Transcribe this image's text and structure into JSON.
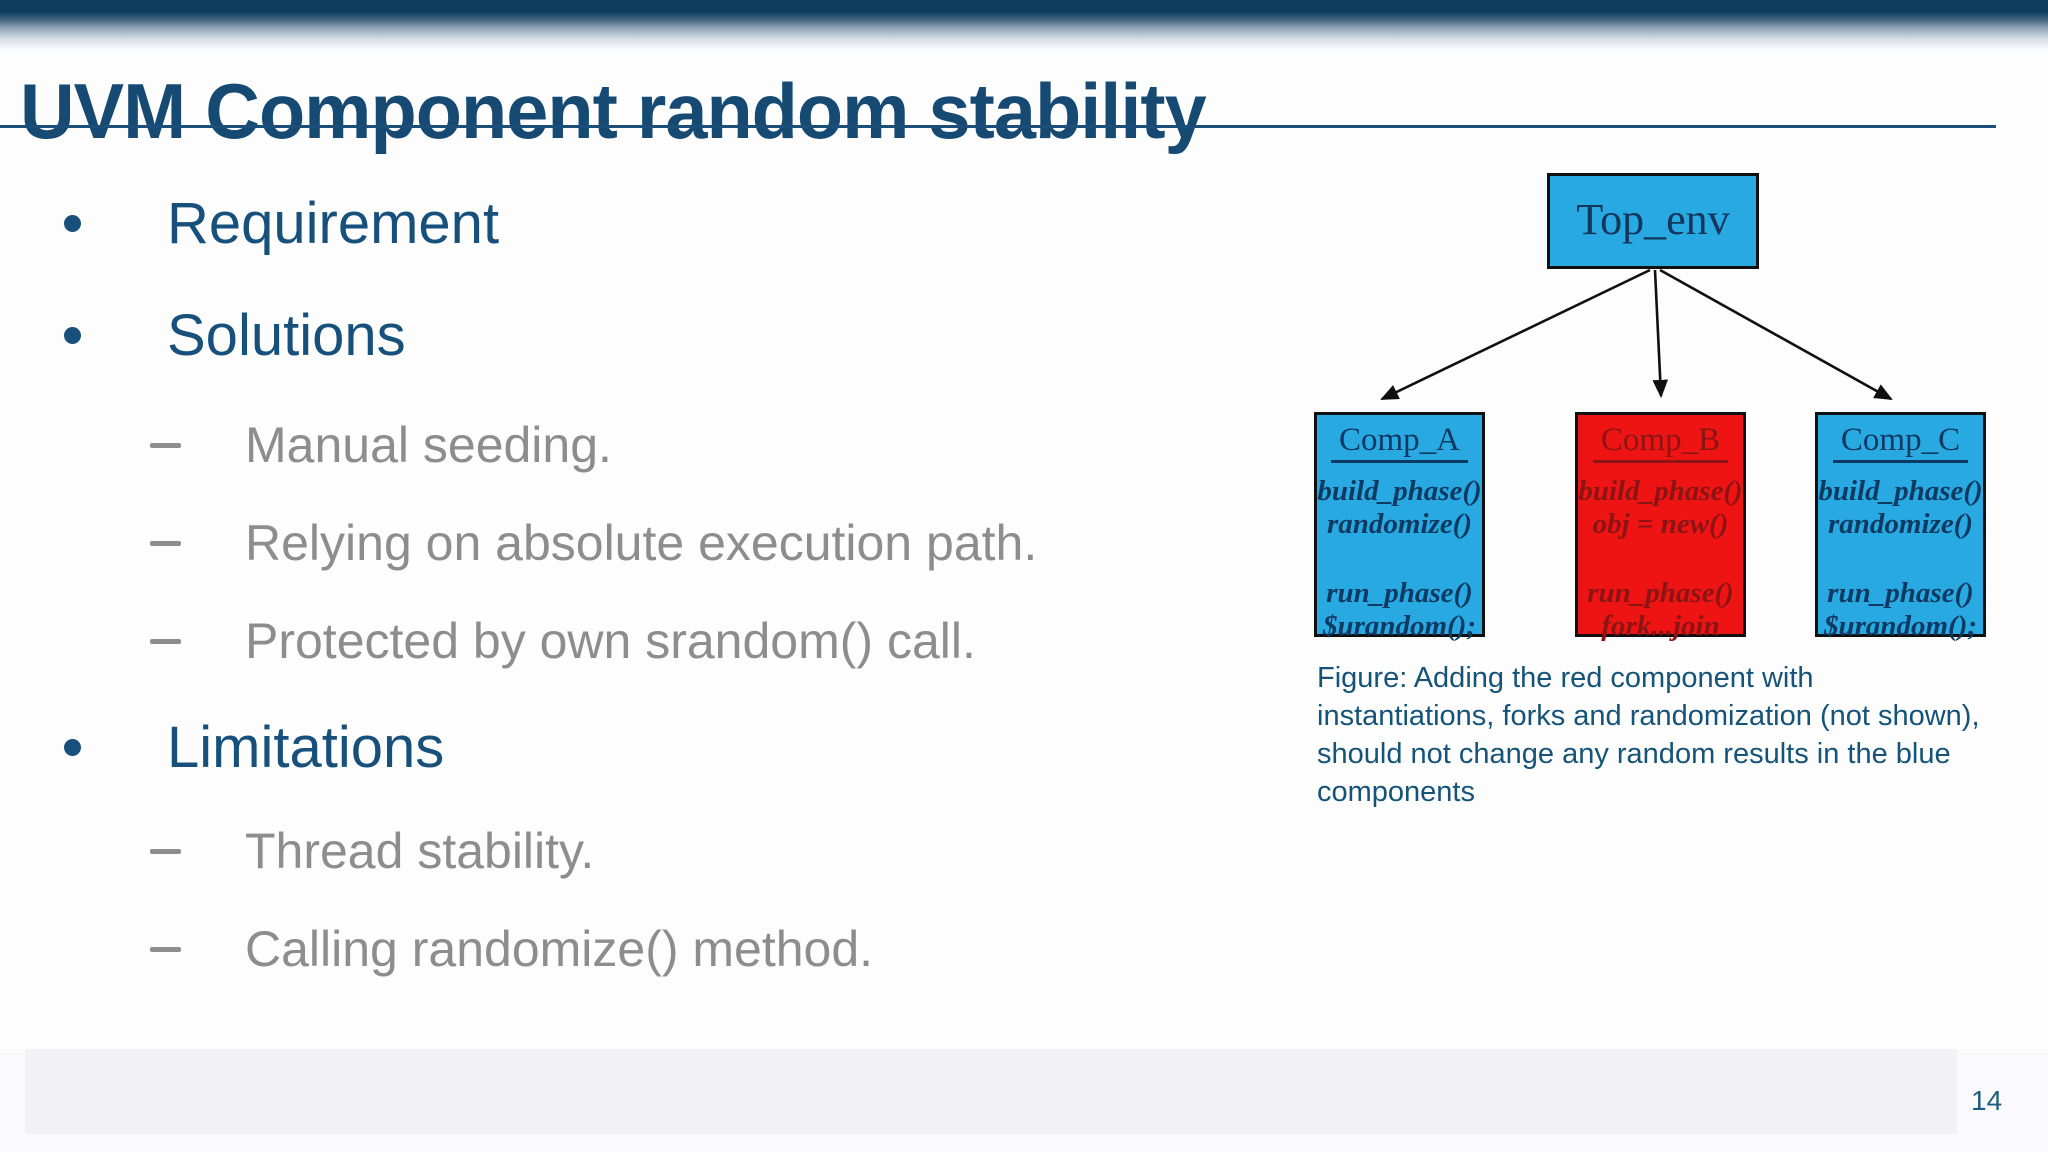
{
  "slide": {
    "title": "UVM Component random stability",
    "page_number": "14"
  },
  "outline": {
    "items": [
      {
        "label": "Requirement",
        "level": 1
      },
      {
        "label": "Solutions",
        "level": 1
      },
      {
        "label": "Manual seeding.",
        "level": 2
      },
      {
        "label": "Relying on absolute execution path.",
        "level": 2
      },
      {
        "label": "Protected by own srandom() call.",
        "level": 2
      },
      {
        "label": "Limitations",
        "level": 1
      },
      {
        "label": "Thread stability.",
        "level": 2
      },
      {
        "label": "Calling randomize() method.",
        "level": 2
      }
    ]
  },
  "diagram": {
    "top_box": {
      "label": "Top_env"
    },
    "components": [
      {
        "name": "Comp_A",
        "fill": "#29a9e1",
        "text_color": "#0d3a63",
        "lines": [
          "build_phase()",
          "randomize()",
          "run_phase()",
          "$urandom();"
        ]
      },
      {
        "name": "Comp_B",
        "fill": "#ee1414",
        "text_color": "#8c1414",
        "lines": [
          "build_phase()",
          "obj = new()",
          "run_phase()",
          "fork...join"
        ]
      },
      {
        "name": "Comp_C",
        "fill": "#29a9e1",
        "text_color": "#0d3a63",
        "lines": [
          "build_phase()",
          "randomize()",
          "run_phase()",
          "$urandom();"
        ]
      }
    ],
    "caption_lines": [
      "Figure: Adding the red component with",
      "instantiations, forks and randomization (not shown),",
      "should not change any random results in the blue",
      "components"
    ]
  },
  "colors": {
    "title_navy": "#174a73",
    "bullet_navy": "#17507b",
    "sub_bullet_gray": "#8d8d8d",
    "caption_blue": "#155378",
    "box_blue": "#29a9e1",
    "box_red": "#ee1414",
    "box_border": "#101010",
    "header_bar_navy": "#0e3d5e"
  }
}
